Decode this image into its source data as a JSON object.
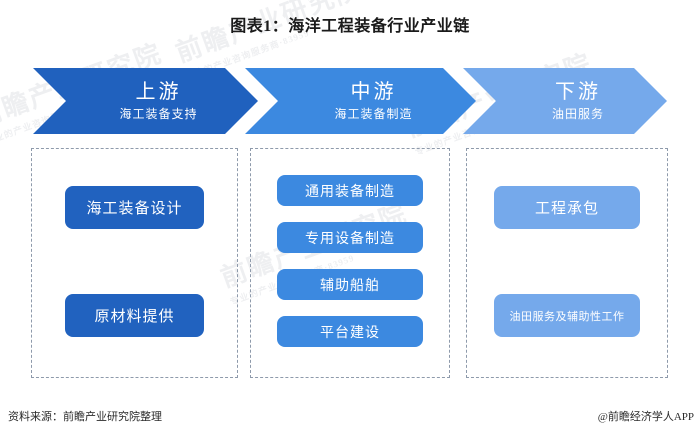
{
  "title": "图表1：海洋工程装备行业产业链",
  "stages": [
    {
      "key": "upstream",
      "name": "上游",
      "subtitle": "海工装备支持",
      "color": "#2061BE",
      "node_color": "#2162BF",
      "nodes": [
        {
          "label": "海工装备设计"
        },
        {
          "label": "原材料提供"
        }
      ]
    },
    {
      "key": "midstream",
      "name": "中游",
      "subtitle": "海工装备制造",
      "color": "#3C89E0",
      "node_color": "#3C89E0",
      "nodes": [
        {
          "label": "通用装备制造"
        },
        {
          "label": "专用设备制造"
        },
        {
          "label": "辅助船舶"
        },
        {
          "label": "平台建设"
        }
      ]
    },
    {
      "key": "downstream",
      "name": "下游",
      "subtitle": "油田服务",
      "color": "#75A9EB",
      "node_color": "#75A9EB",
      "nodes": [
        {
          "label": "工程承包"
        },
        {
          "label": "油田服务及辅助性工作"
        }
      ]
    }
  ],
  "footer": {
    "source": "资料来源：前瞻产业研究院整理",
    "brand": "@前瞻经济学人APP"
  },
  "watermarks": [
    {
      "main": "前瞻产业研究院",
      "sub": "专业的产业咨询服务商·83959"
    },
    {
      "main": "前瞻产业研究院",
      "sub": "专业的产业咨询服务商·83959"
    },
    {
      "main": "前瞻产业研究院",
      "sub": "专业的产业咨询服务商·83959"
    },
    {
      "main": "前瞻产业研究院",
      "sub": "专业的产业咨询服务商·83959"
    }
  ]
}
